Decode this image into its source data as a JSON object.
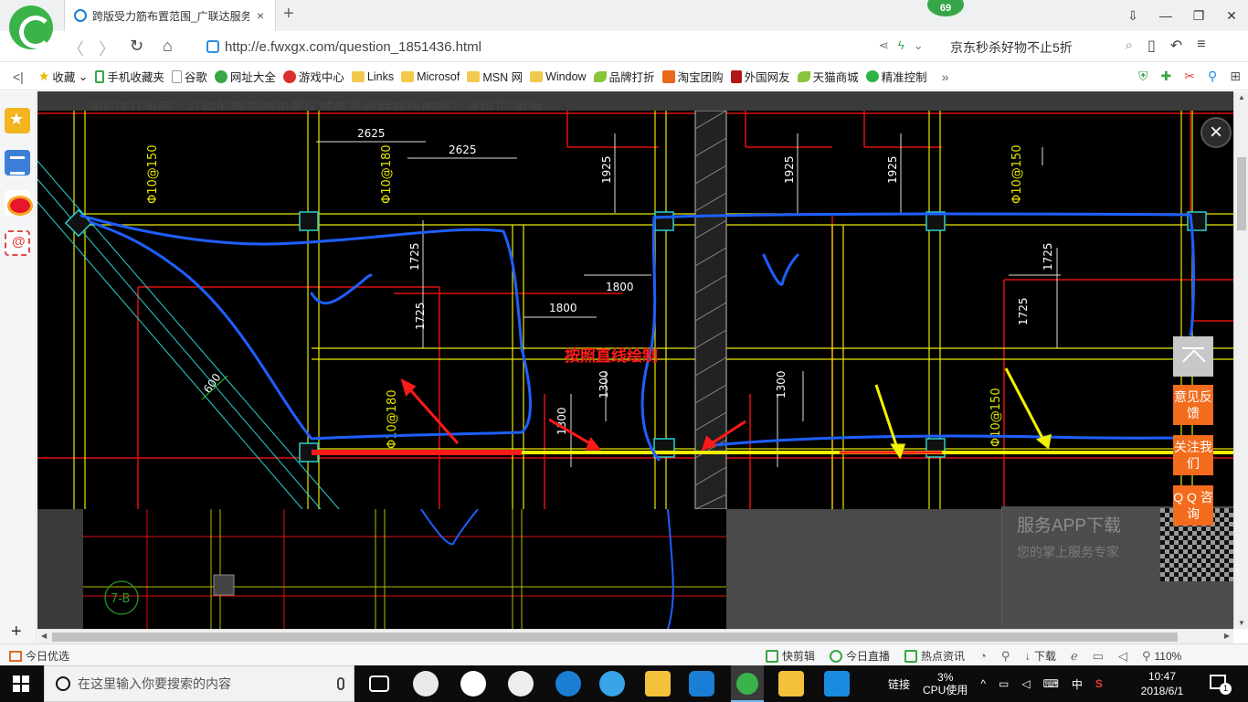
{
  "browser": {
    "tab_title": "跨版受力筋布置范围_广联达服务",
    "tab_close": "×",
    "new_tab": "+",
    "badge_count": "69",
    "window_buttons": [
      "⇩",
      "—",
      "❐",
      "✕"
    ],
    "url": "http://e.fwxgx.com/question_1851436.html",
    "search_text": "京东秒杀好物不止5折",
    "colors": {
      "brand": "#3bb34a",
      "accent": "#f36b1c"
    }
  },
  "bookmarks": [
    {
      "label": "收藏",
      "icon": "star-icon"
    },
    {
      "label": "手机收藏夹",
      "icon": "phone-icon"
    },
    {
      "label": "谷歌",
      "icon": "doc-icon"
    },
    {
      "label": "网址大全",
      "icon": "green-circle-icon"
    },
    {
      "label": "游戏中心",
      "icon": "game-icon"
    },
    {
      "label": "Links",
      "icon": "folder-icon"
    },
    {
      "label": "Microsof",
      "icon": "folder-icon"
    },
    {
      "label": "MSN 网",
      "icon": "folder-icon"
    },
    {
      "label": "Window",
      "icon": "folder-icon"
    },
    {
      "label": "品牌打折",
      "icon": "leaf-icon"
    },
    {
      "label": "淘宝团购",
      "icon": "taobao-icon"
    },
    {
      "label": "外国网友",
      "icon": "bookmark-icon"
    },
    {
      "label": "天猫商城",
      "icon": "leaf-icon"
    },
    {
      "label": "精准控制",
      "icon": "wechat-icon"
    }
  ],
  "page": {
    "question": "请问这几张图：打钩的钢筋的布置区域都是画框部位的吗？请指正,谢谢",
    "close": "×",
    "app_download": {
      "title": "服务APP下载",
      "subtitle": "您的掌上服务专家"
    },
    "float_buttons": [
      "意见反馈",
      "关注我们",
      "Q Q 咨询"
    ]
  },
  "cad": {
    "annotation": "按照直线绘制",
    "dims": [
      "2625",
      "2625",
      "1925",
      "1925",
      "1925",
      "1725",
      "1725",
      "1725",
      "1725",
      "1800",
      "1800",
      "1300",
      "1300",
      "1300",
      "600"
    ],
    "rebar_labels": [
      "Φ10@150",
      "Φ10@180",
      "Φ10@180",
      "Φ10@150",
      "Φ10@150"
    ],
    "grid_label": "7-B"
  },
  "statusbar": {
    "left": "今日优选",
    "items": [
      "快剪辑",
      "今日直播",
      "热点资讯",
      "下载"
    ],
    "zoom": "110%"
  },
  "taskbar": {
    "search_placeholder": "在这里输入你要搜索的内容",
    "link": "链接",
    "cpu_pct": "3%",
    "cpu_label": "CPU使用",
    "ime": "中",
    "time": "10:47",
    "date": "2018/6/1",
    "notif_count": "1"
  }
}
